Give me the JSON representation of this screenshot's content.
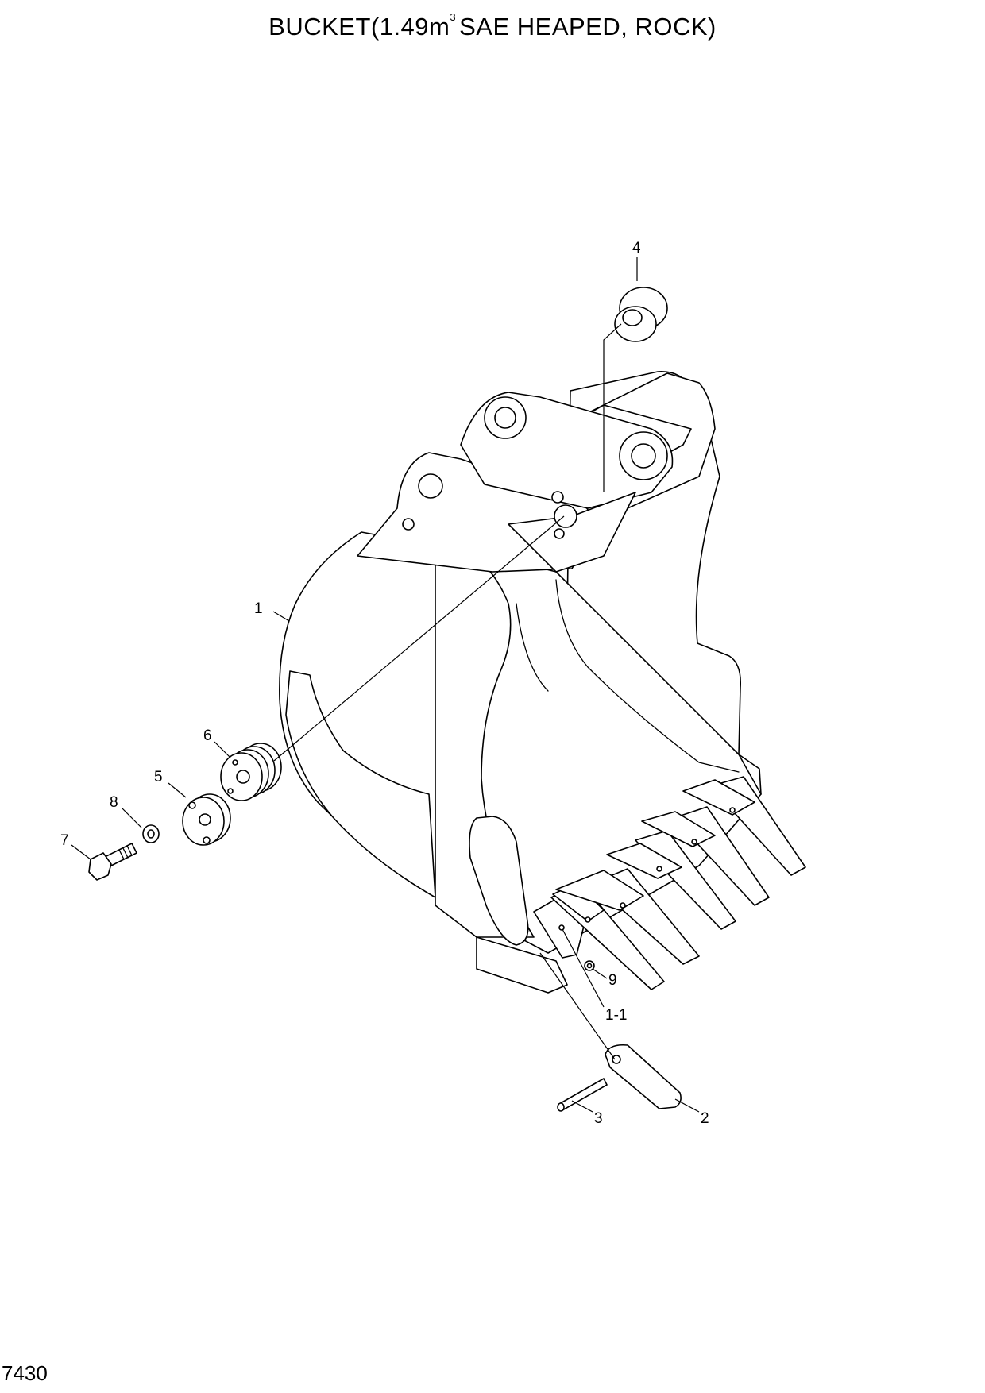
{
  "header": {
    "title_before_sup": "BUCKET(1.49m",
    "title_sup": "3",
    "title_after_sup": "SAE HEAPED, ROCK)"
  },
  "footer": {
    "page_code": "7430"
  },
  "callouts": [
    "1",
    "1-1",
    "2",
    "3",
    "4",
    "5",
    "6",
    "7",
    "8",
    "9"
  ]
}
